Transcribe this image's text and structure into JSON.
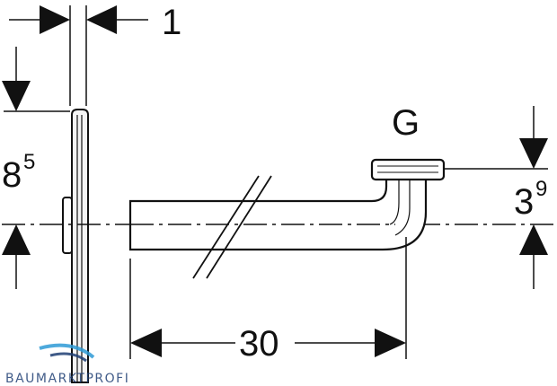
{
  "dimensions": {
    "plate_thickness": "1",
    "left_height": {
      "main": "8",
      "sup": "5"
    },
    "offset": {
      "main": "3",
      "sup": "9"
    },
    "length": "30"
  },
  "labels": {
    "connector": "G"
  },
  "watermark": {
    "text": "BAUMARKTPROFI",
    "color": "#1f3f74"
  },
  "colors": {
    "line": "#111111",
    "fill": "#ffffff",
    "plate_fill": "#f4f4f4"
  }
}
